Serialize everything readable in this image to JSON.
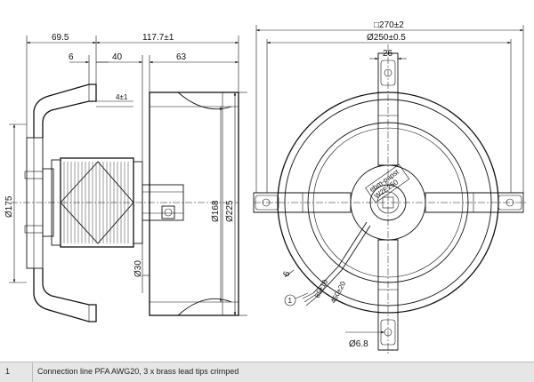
{
  "side_view": {
    "dims": {
      "d_69_5": "69.5",
      "d_117_7": "117.7±1",
      "d_6": "6",
      "d_40": "40",
      "d_63": "63",
      "d_4": "4±1",
      "d_175": "Ø175",
      "d_168": "Ø168",
      "d_225": "Ø225",
      "d_30": "Ø30"
    }
  },
  "front_view": {
    "dims": {
      "d_270": "□270±2",
      "d_250": "Ø250±0.5",
      "d_26": "26",
      "d_6": "6",
      "d_85": "85±10",
      "d_450": "450±20",
      "d_6_8": "Ø6.8"
    },
    "callout": "1",
    "motor_label_1": "ebm-papst",
    "motor_label_2": "W2E250"
  },
  "legend": {
    "number": "1",
    "text": "Connection line PFA AWG20, 3 x brass lead tips crimped"
  }
}
